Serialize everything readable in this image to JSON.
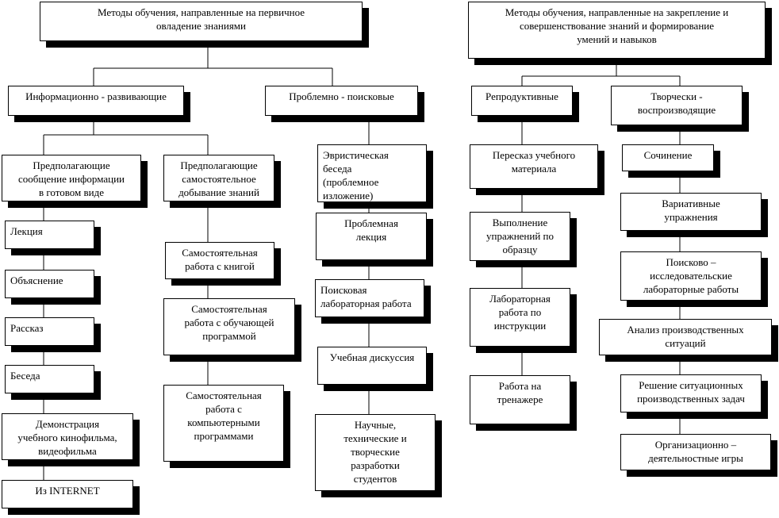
{
  "roots": {
    "primary": "Методы обучения, направленные на первичное\nовладение знаниями",
    "consolidation": "Методы обучения, направленные на закрепление и\nсовершенствование знаний и формирование\nумений и навыков"
  },
  "groups": {
    "info": "Информационно - развивающие",
    "problem": "Проблемно - поисковые",
    "reproductive": "Репродуктивные",
    "creative": "Творчески -\nвоспроизводящие"
  },
  "subgroups": {
    "ready": "Предполагающие\nсообщение информации\nв готовом виде",
    "self": "Предполагающие\nсамостоятельное\nдобывание знаний"
  },
  "ready_items": [
    "Лекция",
    "Объяснение",
    "Рассказ",
    "Беседа",
    "Демонстрация\nучебного кинофильма,\nвидеофильма",
    "Из INTERNET"
  ],
  "self_items": [
    "Самостоятельная\nработа с книгой",
    "Самостоятельная\nработа с обучающей\nпрограммой",
    "Самостоятельная\nработа с\nкомпьютерными\nпрограммами"
  ],
  "problem_items": [
    "Эвристическая\nбеседа\n(проблемное\nизложение)",
    "Проблемная\nлекция",
    "Поисковая\nлабораторная работа",
    "Учебная дискуссия",
    "Научные,\nтехнические и\nтворческие\nразработки\nстудентов"
  ],
  "reproductive_items": [
    "Пересказ учебного\nматериала",
    "Выполнение\nупражнений по\nобразцу",
    "Лабораторная\nработа по\nинструкции",
    "Работа на\nтренажере"
  ],
  "creative_items": [
    "Сочинение",
    "Вариативные\nупражнения",
    "Поисково –\nисследовательские\nлабораторные работы",
    "Анализ производственных\nситуаций",
    "Решение ситуационных\nпроизводственных задач",
    "Организационно –\nдеятельностные игры"
  ]
}
